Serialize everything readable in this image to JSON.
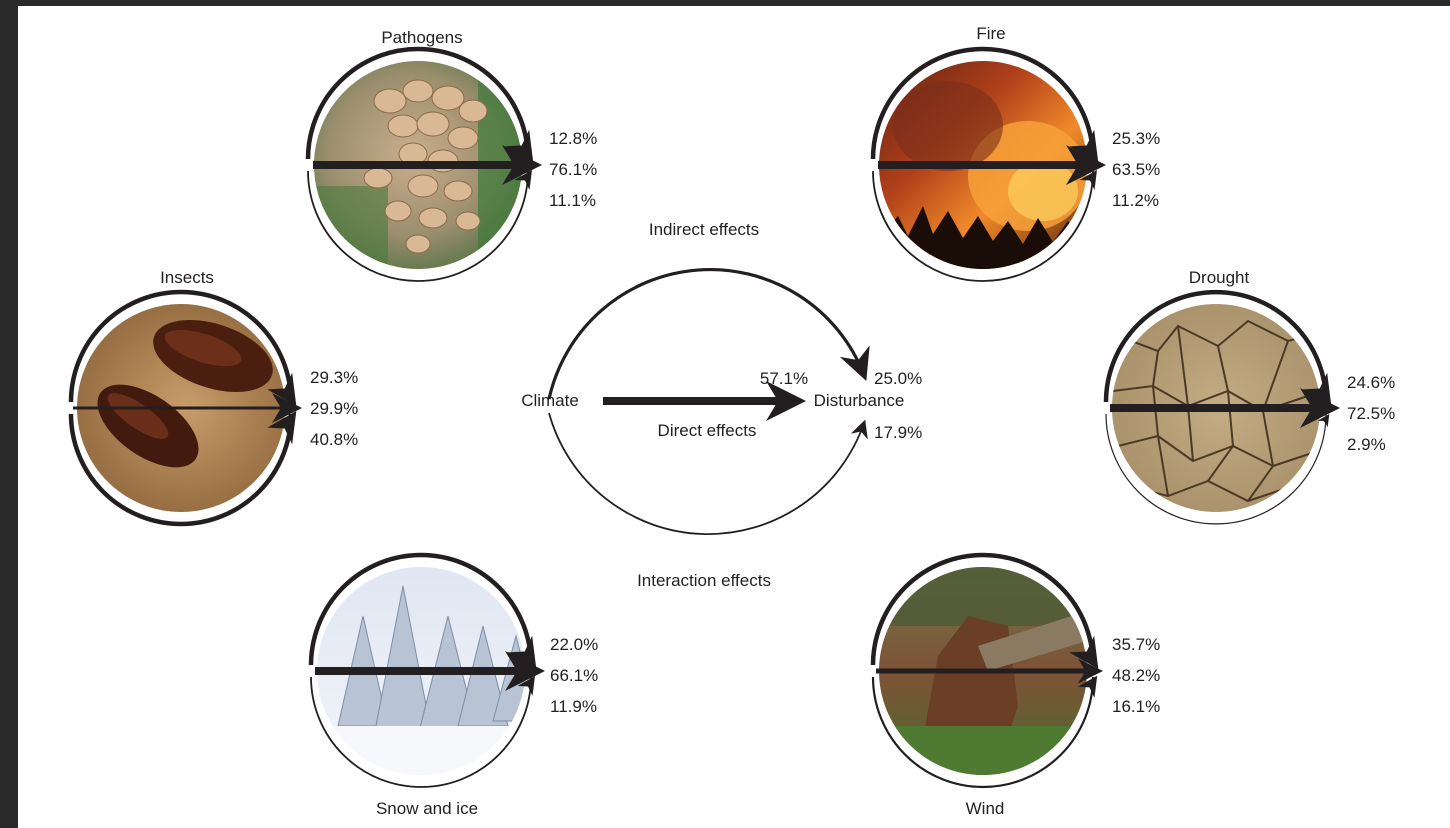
{
  "center": {
    "climate": "Climate",
    "disturbance": "Disturbance",
    "indirect_effects": "Indirect effects",
    "direct_effects": "Direct effects",
    "interaction_effects": "Interaction effects",
    "indirect_pct": "25.0%",
    "direct_pct": "57.1%",
    "interaction_pct": "17.9%"
  },
  "agents": [
    {
      "key": "pathogens",
      "title": "Pathogens",
      "indirect": "12.8%",
      "direct": "76.1%",
      "interaction": "11.1%"
    },
    {
      "key": "fire",
      "title": "Fire",
      "indirect": "25.3%",
      "direct": "63.5%",
      "interaction": "11.2%"
    },
    {
      "key": "insects",
      "title": "Insects",
      "indirect": "29.3%",
      "direct": "29.9%",
      "interaction": "40.8%"
    },
    {
      "key": "drought",
      "title": "Drought",
      "indirect": "24.6%",
      "direct": "72.5%",
      "interaction": "2.9%"
    },
    {
      "key": "snow",
      "title": "Snow and ice",
      "indirect": "22.0%",
      "direct": "66.1%",
      "interaction": "11.9%"
    },
    {
      "key": "wind",
      "title": "Wind",
      "indirect": "35.7%",
      "direct": "48.2%",
      "interaction": "16.1%"
    }
  ],
  "colors": {
    "ink": "#231f20",
    "background": "#ffffff",
    "frame": "#2a2a2a"
  }
}
